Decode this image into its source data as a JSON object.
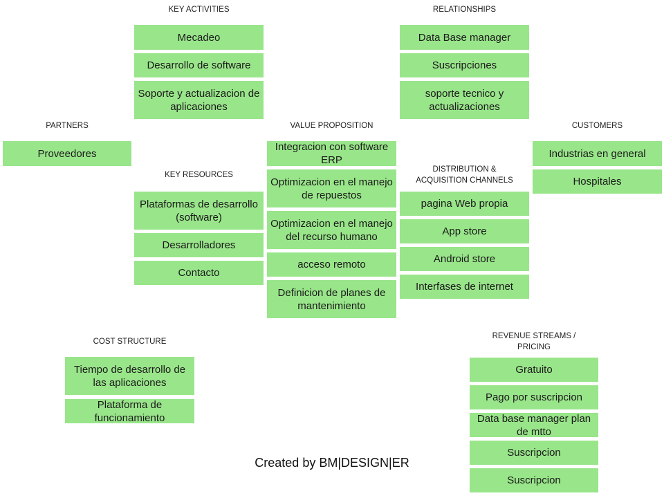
{
  "key_activities": {
    "header": "KEY ACTIVITIES",
    "items": [
      "Mecadeo",
      "Desarrollo de software",
      "Soporte y actualizacion de aplicaciones"
    ]
  },
  "relationships": {
    "header": "RELATIONSHIPS",
    "items": [
      "Data Base manager",
      "Suscripciones",
      "soporte tecnico y actualizaciones"
    ]
  },
  "partners": {
    "header": "PARTNERS",
    "items": [
      "Proveedores"
    ]
  },
  "value_proposition": {
    "header": "VALUE PROPOSITION",
    "items": [
      "Integracion con software ERP",
      "Optimizacion en el manejo de repuestos",
      "Optimizacion en el manejo del recurso humano",
      "acceso remoto",
      "Definicion  de planes de mantenimiento"
    ]
  },
  "customers": {
    "header": "CUSTOMERS",
    "items": [
      "Industrias en general",
      "Hospitales"
    ]
  },
  "key_resources": {
    "header": "KEY RESOURCES",
    "items": [
      "Plataformas de desarrollo (software)",
      "Desarrolladores",
      "Contacto"
    ]
  },
  "distribution": {
    "header": "DISTRIBUTION  &\nACQUISITION  CHANNELS",
    "items": [
      "pagina Web propia",
      "App store",
      "Android store",
      "Interfases de internet"
    ]
  },
  "cost_structure": {
    "header": "COST  STRUCTURE",
    "items": [
      "Tiempo de desarrollo de las aplicaciones",
      "Plataforma de funcionamiento"
    ]
  },
  "revenue_streams": {
    "header": "REVENUE  STREAMS  /\nPRICING",
    "items": [
      "Gratuito",
      "Pago por suscripcion",
      "Data base manager plan de mtto",
      "Suscripcion",
      "Suscripcion"
    ]
  },
  "footer": "Created by BM|DESIGN|ER"
}
